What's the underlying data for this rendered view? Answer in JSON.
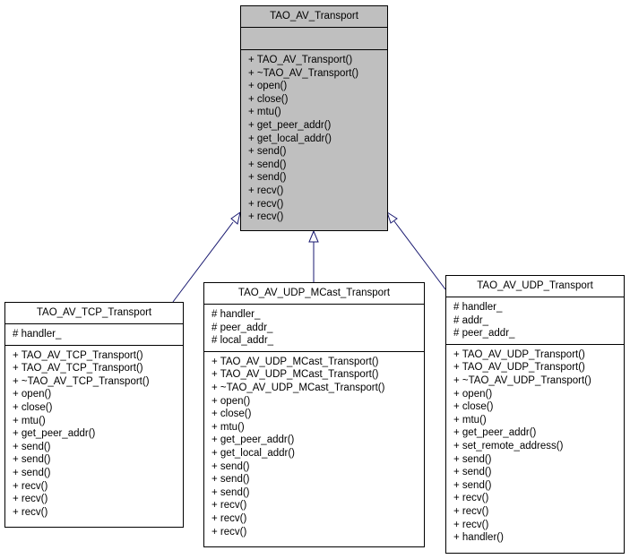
{
  "diagram": {
    "base_class": {
      "name": "TAO_AV_Transport",
      "attributes": [],
      "methods": [
        "+ TAO_AV_Transport()",
        "+ ~TAO_AV_Transport()",
        "+ open()",
        "+ close()",
        "+ mtu()",
        "+ get_peer_addr()",
        "+ get_local_addr()",
        "+ send()",
        "+ send()",
        "+ send()",
        "+ recv()",
        "+ recv()",
        "+ recv()"
      ]
    },
    "tcp_class": {
      "name": "TAO_AV_TCP_Transport",
      "attributes": [
        "# handler_"
      ],
      "methods": [
        "+ TAO_AV_TCP_Transport()",
        "+ TAO_AV_TCP_Transport()",
        "+ ~TAO_AV_TCP_Transport()",
        "+ open()",
        "+ close()",
        "+ mtu()",
        "+ get_peer_addr()",
        "+ send()",
        "+ send()",
        "+ send()",
        "+ recv()",
        "+ recv()",
        "+ recv()"
      ]
    },
    "mcast_class": {
      "name": "TAO_AV_UDP_MCast_Transport",
      "attributes": [
        "# handler_",
        "# peer_addr_",
        "# local_addr_"
      ],
      "methods": [
        "+ TAO_AV_UDP_MCast_Transport()",
        "+ TAO_AV_UDP_MCast_Transport()",
        "+ ~TAO_AV_UDP_MCast_Transport()",
        "+ open()",
        "+ close()",
        "+ mtu()",
        "+ get_peer_addr()",
        "+ get_local_addr()",
        "+ send()",
        "+ send()",
        "+ send()",
        "+ recv()",
        "+ recv()",
        "+ recv()"
      ]
    },
    "udp_class": {
      "name": "TAO_AV_UDP_Transport",
      "attributes": [
        "# handler_",
        "# addr_",
        "# peer_addr_"
      ],
      "methods": [
        "+ TAO_AV_UDP_Transport()",
        "+ TAO_AV_UDP_Transport()",
        "+ ~TAO_AV_UDP_Transport()",
        "+ open()",
        "+ close()",
        "+ mtu()",
        "+ get_peer_addr()",
        "+ set_remote_address()",
        "+ send()",
        "+ send()",
        "+ send()",
        "+ recv()",
        "+ recv()",
        "+ recv()",
        "+ handler()"
      ]
    },
    "colors": {
      "base_fill": "#bfbfbf",
      "class_fill": "#ffffff",
      "border": "#000000",
      "edge": "#191970"
    }
  }
}
